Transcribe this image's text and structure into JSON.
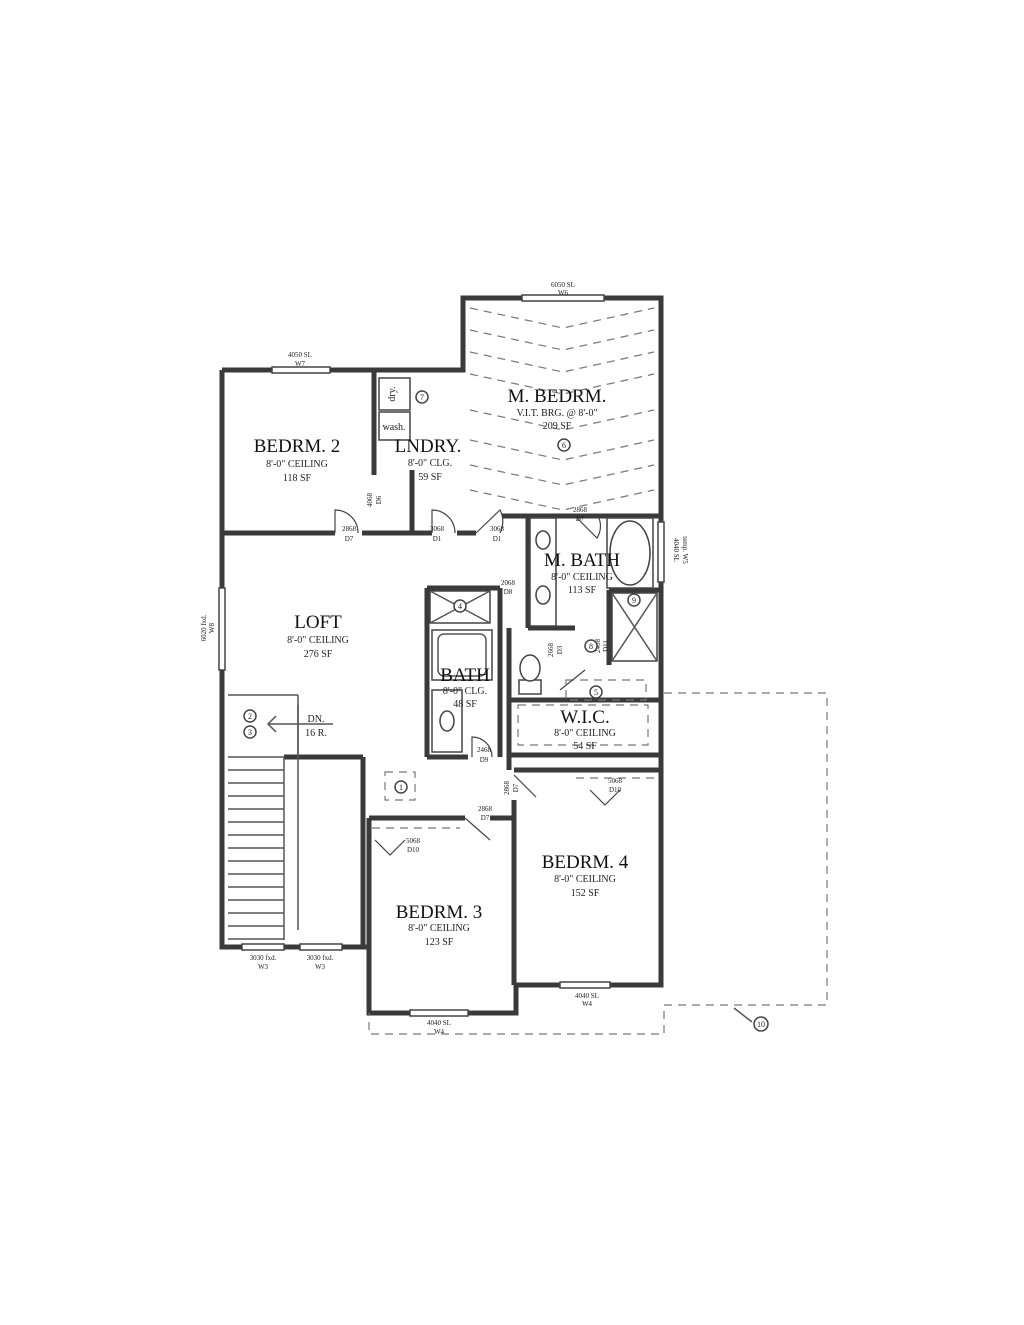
{
  "rooms": {
    "bedrm2": {
      "name": "BEDRM. 2",
      "ceiling": "8'-0\" CEILING",
      "area": "118 SF"
    },
    "lndry": {
      "name": "LNDRY.",
      "ceiling": "8'-0\" CLG.",
      "area": "59 SF",
      "dry": "dry.",
      "wash": "wash."
    },
    "mbedrm": {
      "name": "M. BEDRM.",
      "ceiling": "V.I.T. BRG. @ 8'-0\"",
      "area": "209 SF"
    },
    "mbath": {
      "name": "M. BATH",
      "ceiling": "8'-0\" CEILING",
      "area": "113 SF"
    },
    "loft": {
      "name": "LOFT",
      "ceiling": "8'-0\" CEILING",
      "area": "276 SF"
    },
    "bath": {
      "name": "BATH",
      "ceiling": "8'-0\" CLG.",
      "area": "48 SF"
    },
    "wic": {
      "name": "W.I.C.",
      "ceiling": "8'-0\" CEILING",
      "area": "54 SF"
    },
    "bedrm4": {
      "name": "BEDRM. 4",
      "ceiling": "8'-0\" CEILING",
      "area": "152 SF"
    },
    "bedrm3": {
      "name": "BEDRM. 3",
      "ceiling": "8'-0\" CEILING",
      "area": "123 SF"
    }
  },
  "stair": {
    "label": "DN.",
    "risers": "16 R."
  },
  "windows": {
    "w6": {
      "size": "6050 SL",
      "code": "W6"
    },
    "w7": {
      "size": "4050 SL",
      "code": "W7"
    },
    "w5r": {
      "size": "4040 SL",
      "code": "temp. W5"
    },
    "w8": {
      "size": "6020 fxd.",
      "code": "W8"
    },
    "w3a": {
      "size": "3030 fxd.",
      "code": "W3"
    },
    "w3b": {
      "size": "3030 fxd.",
      "code": "W3"
    },
    "w4a": {
      "size": "4040 SL",
      "code": "W4"
    },
    "w4b": {
      "size": "4040 SL",
      "code": "W4"
    }
  },
  "doors": {
    "d7a": {
      "size": "2868",
      "code": "D7"
    },
    "d6": {
      "size": "4068",
      "code": "D6"
    },
    "d1a": {
      "size": "3068",
      "code": "D1"
    },
    "d1b": {
      "size": "3068",
      "code": "D1"
    },
    "d7b": {
      "size": "2868",
      "code": "D7"
    },
    "d8": {
      "size": "2068",
      "code": "D8"
    },
    "d3": {
      "size": "2668",
      "code": "D3"
    },
    "d11": {
      "size": "2468",
      "code": "D11"
    },
    "d9": {
      "size": "2468",
      "code": "D9"
    },
    "d7c": {
      "size": "2868",
      "code": "D7"
    },
    "d7d": {
      "size": "2868",
      "code": "D7"
    },
    "d10a": {
      "size": "5068",
      "code": "D10"
    },
    "d10b": {
      "size": "5068",
      "code": "D10"
    }
  },
  "keynotes": [
    "1",
    "2",
    "3",
    "4",
    "5",
    "6",
    "7",
    "8",
    "9",
    "10"
  ]
}
